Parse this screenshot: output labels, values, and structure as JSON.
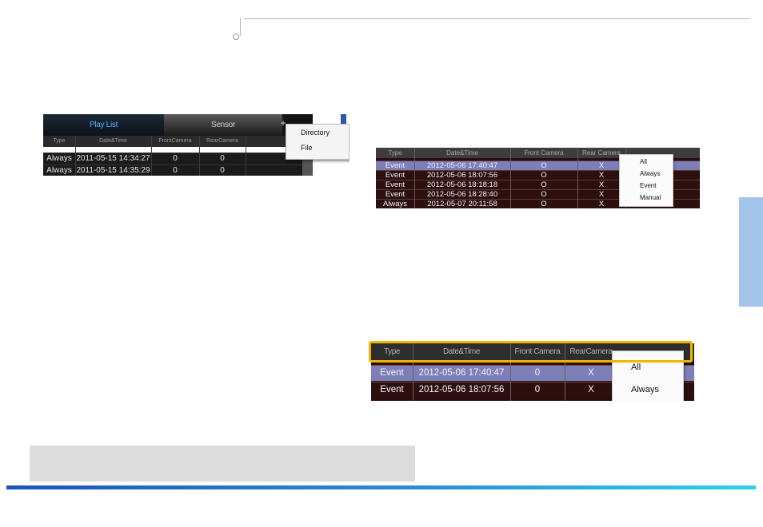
{
  "colors": {
    "side_tab": "#a3c5ea",
    "highlight": "#f5b400",
    "selected_row": "#7d7fb8",
    "active_tab_text": "#4fb5ff",
    "rule_gradient": [
      "#1b54b8",
      "#2cd2e6"
    ]
  },
  "shot1": {
    "tabs": [
      "Play List",
      "Sensor"
    ],
    "add_icon": "+",
    "columns": [
      "Type",
      "Date&Time",
      "FrontCamera",
      "RearCamera"
    ],
    "rows": [
      [
        "Always",
        "2011-05-15 14:34:27",
        "0",
        "0"
      ],
      [
        "Always",
        "2011-05-15 14:35:29",
        "0",
        "0"
      ]
    ],
    "menu": [
      "Directory",
      "File"
    ]
  },
  "shot2": {
    "columns": [
      "Type",
      "Date&Time",
      "Front Camera",
      "Rear Camera"
    ],
    "rows": [
      [
        "Event",
        "2012-05-06 17:40:47",
        "O",
        "X"
      ],
      [
        "Event",
        "2012-05-06 18:07:56",
        "O",
        "X"
      ],
      [
        "Event",
        "2012-05-06 18:18:18",
        "O",
        "X"
      ],
      [
        "Event",
        "2012-05-06 18:28:40",
        "O",
        "X"
      ],
      [
        "Always",
        "2012-05-07 20:11:58",
        "O",
        "X"
      ]
    ],
    "menu": [
      "All",
      "Always",
      "Event",
      "Manual"
    ]
  },
  "shot3": {
    "columns": [
      "Type",
      "Date&Time",
      "Front Camera",
      "RearCamera"
    ],
    "rows": [
      [
        "Event",
        "2012-05-06 17:40:47",
        "0",
        "X"
      ],
      [
        "Event",
        "2012-05-06 18:07:56",
        "0",
        "X"
      ]
    ],
    "menu": [
      "All",
      "Always"
    ]
  }
}
